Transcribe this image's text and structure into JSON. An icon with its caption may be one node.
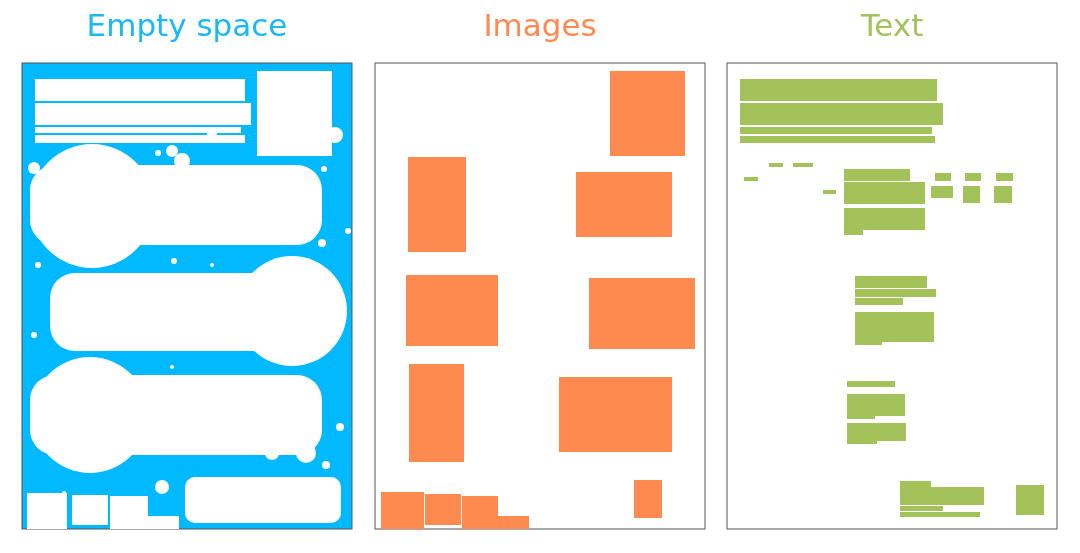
{
  "diagram": {
    "nodes": [
      {
        "text": [
          "Empty space"
        ]
      },
      {
        "text": [
          "Images"
        ]
      },
      {
        "text": [
          "Text"
        ]
      }
    ]
  }
}
